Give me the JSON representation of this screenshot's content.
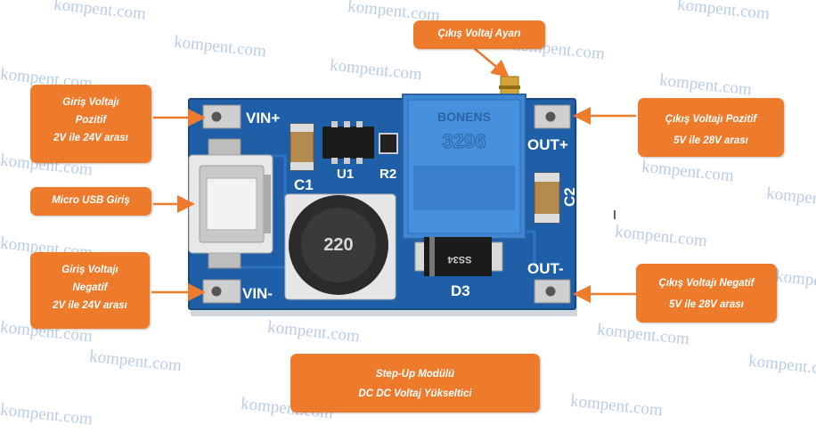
{
  "watermark": "kompent.com",
  "colors": {
    "callout": "#ee7b2c",
    "board": "#1f5fa8",
    "arrow": "#ee7b2c",
    "trimmer": "#3f87d6"
  },
  "callouts": {
    "output_adjust": "Çıkış Voltaj Ayarı",
    "vin_pos": {
      "line1": "Giriş Voltajı",
      "line2": "Pozitif",
      "line3": "2V ile 24V arası"
    },
    "usb": "Micro USB Giriş",
    "vin_neg": {
      "line1": "Giriş Voltajı",
      "line2": "Negatif",
      "line3": "2V ile 24V arası"
    },
    "vout_pos": {
      "line1": "Çıkış Voltajı Pozitif",
      "line2": "5V ile 28V arası"
    },
    "vout_neg": {
      "line1": "Çıkış Voltajı Negatif",
      "line2": "5V ile 28V arası"
    },
    "module": {
      "line1": "Step-Up Modülü",
      "line2": "DC DC Voltaj Yükseltici"
    }
  },
  "board": {
    "vin_plus": "VIN+",
    "vin_minus": "VIN-",
    "out_plus": "OUT+",
    "out_minus": "OUT-",
    "c1": "C1",
    "c2": "C2",
    "u1": "U1",
    "r2": "R2",
    "d3": "D3",
    "inductor": "220",
    "diode_code": "SS34",
    "trimmer_brand": "BONENS",
    "trimmer_code": "3296"
  }
}
